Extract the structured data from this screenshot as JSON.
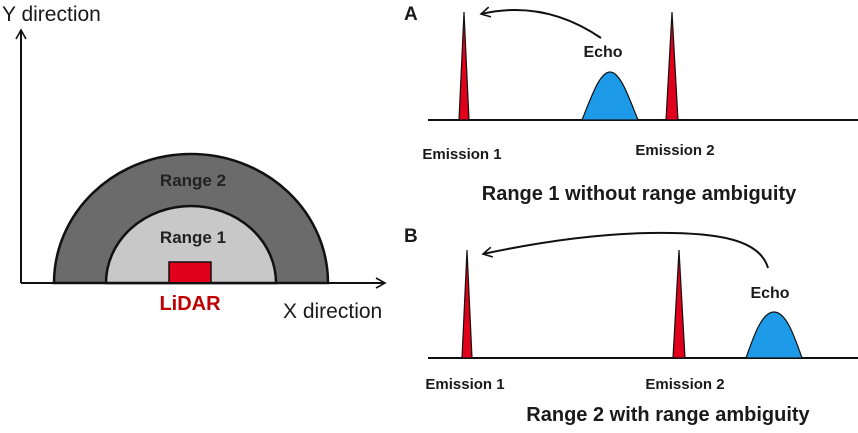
{
  "left_diagram": {
    "y_axis_label": "Y direction",
    "x_axis_label": "X direction",
    "outer_range_label": "Range 2",
    "inner_range_label": "Range 1",
    "device_label": "LiDAR"
  },
  "panel_a": {
    "panel_label": "A",
    "echo_label": "Echo",
    "emission_1_label": "Emission 1",
    "emission_2_label": "Emission 2",
    "caption": "Range 1 without range ambiguity"
  },
  "panel_b": {
    "panel_label": "B",
    "echo_label": "Echo",
    "emission_1_label": "Emission 1",
    "emission_2_label": "Emission 2",
    "caption": "Range 2 with range ambiguity"
  },
  "colors": {
    "outer_range": "#6b6b6b",
    "inner_range": "#c8c8c8",
    "lidar_device": "#e0001b",
    "emission_pulse": "#e0001b",
    "echo_pulse": "#1e9be8",
    "stroke": "#111111"
  }
}
